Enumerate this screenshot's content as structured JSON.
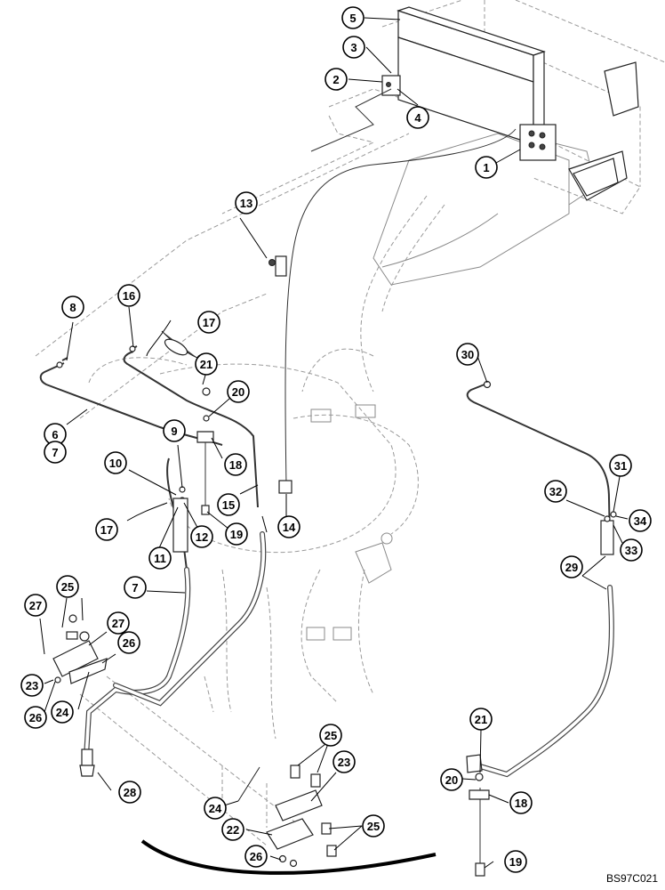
{
  "figure_code": "BS97C021",
  "callouts": [
    {
      "label": "1"
    },
    {
      "label": "2"
    },
    {
      "label": "3"
    },
    {
      "label": "4"
    },
    {
      "label": "5"
    },
    {
      "label": "6"
    },
    {
      "label": "7"
    },
    {
      "label": "8"
    },
    {
      "label": "9"
    },
    {
      "label": "10"
    },
    {
      "label": "11"
    },
    {
      "label": "12"
    },
    {
      "label": "13"
    },
    {
      "label": "14"
    },
    {
      "label": "15"
    },
    {
      "label": "16"
    },
    {
      "label": "17"
    },
    {
      "label": "17"
    },
    {
      "label": "18"
    },
    {
      "label": "19"
    },
    {
      "label": "20"
    },
    {
      "label": "21"
    },
    {
      "label": "7"
    },
    {
      "label": "25"
    },
    {
      "label": "27"
    },
    {
      "label": "27"
    },
    {
      "label": "26"
    },
    {
      "label": "23"
    },
    {
      "label": "26"
    },
    {
      "label": "24"
    },
    {
      "label": "28"
    },
    {
      "label": "30"
    },
    {
      "label": "31"
    },
    {
      "label": "32"
    },
    {
      "label": "34"
    },
    {
      "label": "33"
    },
    {
      "label": "29"
    },
    {
      "label": "21"
    },
    {
      "label": "20"
    },
    {
      "label": "18"
    },
    {
      "label": "19"
    },
    {
      "label": "25"
    },
    {
      "label": "23"
    },
    {
      "label": "24"
    },
    {
      "label": "22"
    },
    {
      "label": "25"
    },
    {
      "label": "26"
    }
  ]
}
